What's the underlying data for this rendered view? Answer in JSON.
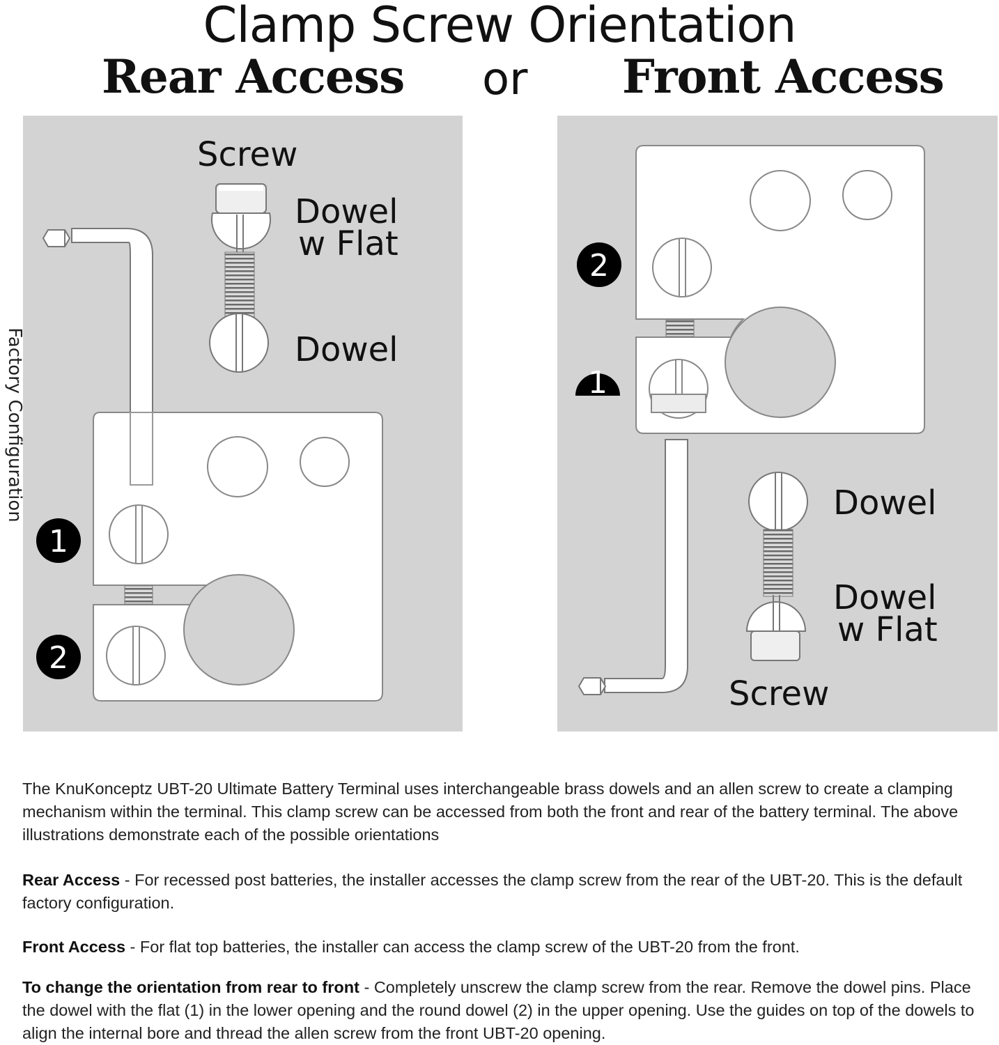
{
  "title": "Clamp Screw Orientation",
  "subtitle": {
    "rear": "Rear Access",
    "or": "or",
    "front": "Front Access"
  },
  "side_label": "Factory Configuration",
  "rear_panel": {
    "screw": "Screw",
    "dowel_flat_1": "Dowel",
    "dowel_flat_2": "w Flat",
    "dowel": "Dowel",
    "badge_1": "1",
    "badge_2": "2"
  },
  "front_panel": {
    "dowel": "Dowel",
    "dowel_flat_1": "Dowel",
    "dowel_flat_2": "w Flat",
    "screw": "Screw",
    "badge_1": "1",
    "badge_2": "2"
  },
  "description": {
    "intro": "The KnuKonceptz UBT-20 Ultimate Battery Terminal uses interchangeable brass dowels and an allen screw to create a clamping mechanism within the terminal. This clamp screw can be accessed from both the front and rear of the battery terminal. The above illustrations demonstrate each of the possible orientations",
    "rear_label": "Rear Access",
    "rear_text": " - For recessed post batteries, the installer accesses the clamp screw from the rear of the UBT-20. This is the default factory configuration.",
    "front_label": "Front Access",
    "front_text": " - For flat top batteries, the installer can access the clamp screw of the UBT-20 from the front.",
    "change_label": "To change the orientation from rear to front",
    "change_text": " - Completely unscrew the clamp screw from the rear. Remove the dowel pins. Place the dowel with the flat (1) in the lower opening and the round dowel (2) in the upper opening. Use the guides on top of the dowels to align the internal bore and thread the allen screw from the front UBT-20 opening."
  },
  "colors": {
    "panel": "#d3d3d3",
    "part": "#ffffff",
    "badge": "#000000"
  }
}
